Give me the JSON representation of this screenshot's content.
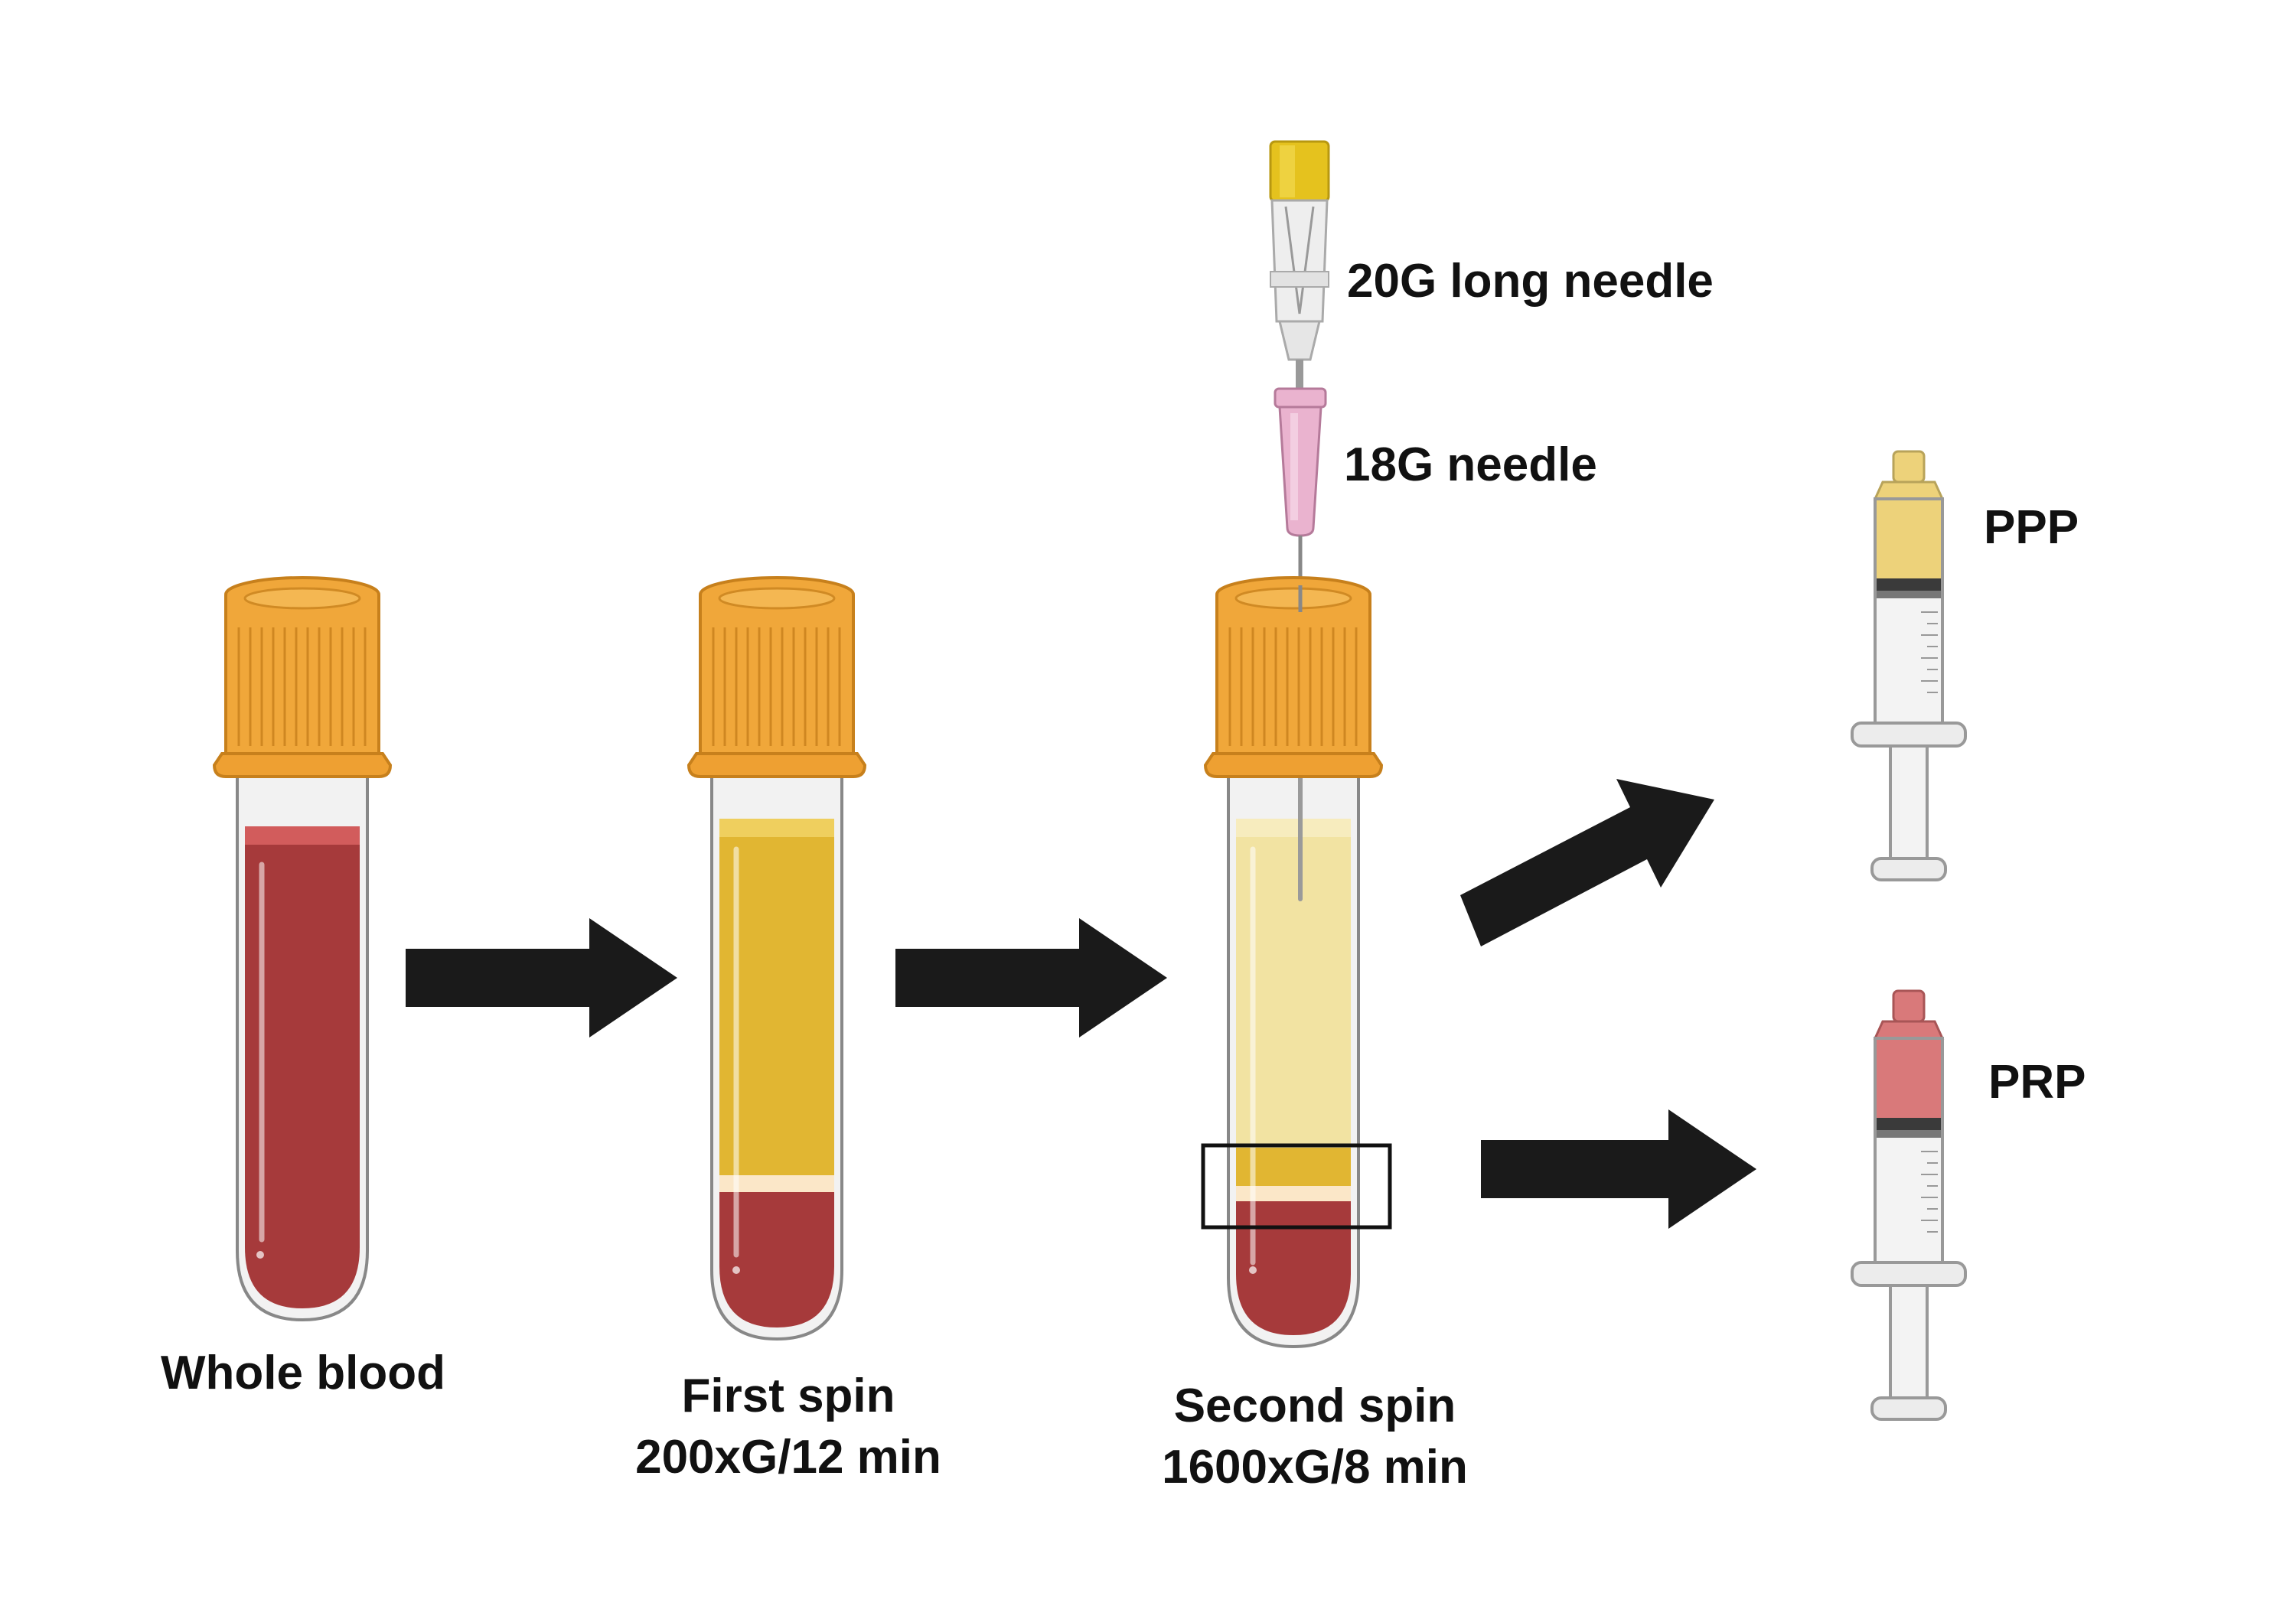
{
  "labels": {
    "whole_blood": "Whole blood",
    "first_spin_title": "First spin",
    "first_spin_params": "200xG/12 min",
    "second_spin_title": "Second spin",
    "second_spin_params": "1600xG/8 min",
    "needle_20g": "20G long needle",
    "needle_18g": "18G needle",
    "ppp": "PPP",
    "prp": "PRP"
  },
  "colors": {
    "cap_orange": "#f0a73a",
    "cap_stroke": "#c7801c",
    "blood_red": "#a63a3b",
    "plasma_yellow": "#e1b632",
    "plasma_pale": "#f2e3a2",
    "buffy_coat": "#fbe7c8",
    "arrow_black": "#1a1a1a",
    "needle_yellow": "#e5c21e",
    "needle_pink": "#eab3cf",
    "ppp_fill": "#edd27a",
    "prp_fill": "#d9797a"
  }
}
